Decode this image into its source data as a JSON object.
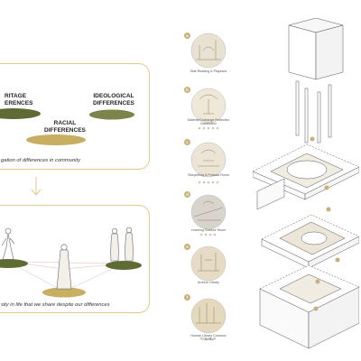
{
  "top_panel": {
    "labels": [
      {
        "id": "heritage",
        "text": "RITAGE\nERENCES"
      },
      {
        "id": "ideological",
        "text": "IDEOLOGICAL\nDIFFERENCES"
      },
      {
        "id": "racial",
        "text": "RACIAL\nDIFFERENCES"
      }
    ],
    "caption": "gation of differences in community"
  },
  "bottom_panel": {
    "caption": "sity in life that we share despite our differences"
  },
  "vignettes": [
    {
      "tag": "a",
      "caption": "Side Reading & Playzone"
    },
    {
      "tag": "b",
      "caption": "Material Exchange Reflection Installation"
    },
    {
      "tag": "c",
      "caption": "Storytelling & Podcast Room"
    },
    {
      "tag": "d",
      "caption": "Learning Outdoor Room"
    },
    {
      "tag": "e",
      "caption": "Archive Library"
    },
    {
      "tag": "f",
      "caption": "Human Library Common Corridor"
    }
  ],
  "colors": {
    "olive_dark": "#5f6b34",
    "olive_mid": "#7d8449",
    "mustard": "#c8ae60",
    "panel_border": "#e2c98f",
    "tag": "#c9b07a"
  }
}
